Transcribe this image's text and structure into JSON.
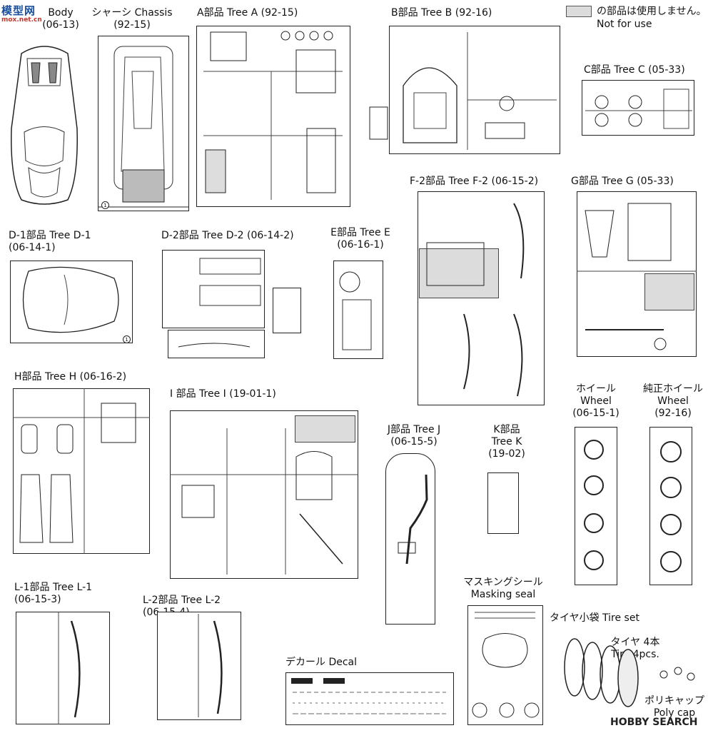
{
  "watermark_top_left": {
    "cn": "模型网",
    "url": "mox.net.cn"
  },
  "legend": {
    "line1": "の部品は使用しません。",
    "line2": "Not for use"
  },
  "labels": {
    "body": {
      "line1": "Body",
      "line2": "(06-13)"
    },
    "chassis": {
      "line1": "シャーシ Chassis",
      "line2": "(92-15)"
    },
    "tree_a": {
      "line1": "A部品 Tree A (92-15)"
    },
    "tree_b": {
      "line1": "B部品 Tree B (92-16)"
    },
    "tree_c": {
      "line1": "C部品 Tree C (05-33)"
    },
    "tree_d1": {
      "line1": "D-1部品 Tree D-1",
      "line2": "(06-14-1)"
    },
    "tree_d2": {
      "line1": "D-2部品 Tree D-2 (06-14-2)"
    },
    "tree_e": {
      "line1": "E部品 Tree E",
      "line2": "(06-16-1)"
    },
    "tree_f2": {
      "line1": "F-2部品 Tree F-2 (06-15-2)"
    },
    "tree_g": {
      "line1": "G部品 Tree G (05-33)"
    },
    "tree_h": {
      "line1": "H部品 Tree H (06-16-2)"
    },
    "tree_i": {
      "line1": "I 部品 Tree I (19-01-1)"
    },
    "tree_j": {
      "line1": "J部品 Tree J",
      "line2": "(06-15-5)"
    },
    "tree_k": {
      "line1": "K部品",
      "line2": "Tree K",
      "line3": "(19-02)"
    },
    "wheel": {
      "line1": "ホイール",
      "line2": "Wheel",
      "line3": "(06-15-1)"
    },
    "oem_wheel": {
      "line1": "純正ホイール",
      "line2": "Wheel",
      "line3": "(92-16)"
    },
    "tree_l1": {
      "line1": "L-1部品 Tree L-1",
      "line2": "(06-15-3)"
    },
    "tree_l2": {
      "line1": "L-2部品 Tree L-2",
      "line2": "(06-15-4)"
    },
    "masking": {
      "line1": "マスキングシール",
      "line2": "Masking seal"
    },
    "decal": {
      "line1": "デカール Decal"
    },
    "tire_set": {
      "line1": "タイヤ小袋 Tire set"
    },
    "tire": {
      "line1": "タイヤ 4本",
      "line2": "Tire 4pcs."
    },
    "polycap": {
      "line1": "ポリキャップ",
      "line2": "Poly cap"
    }
  },
  "watermark_bottom_right": "HOBBY SEARCH",
  "colors": {
    "line": "#222222",
    "not_for_use": "#dcdcdc"
  }
}
